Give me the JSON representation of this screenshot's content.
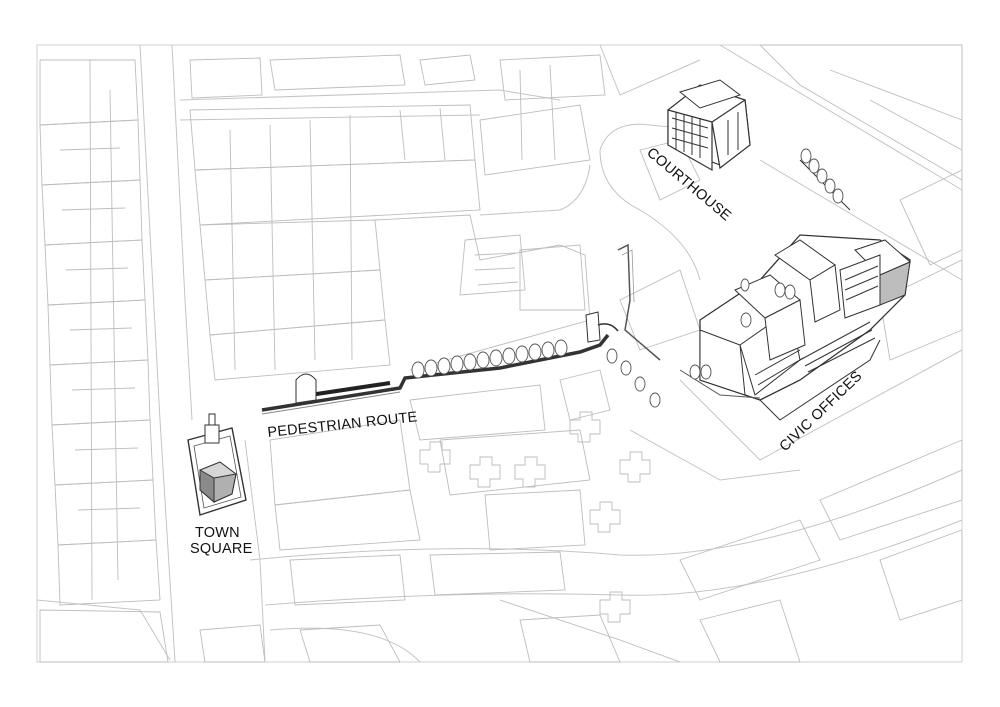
{
  "map": {
    "labels": {
      "town_square_line1": "TOWN",
      "town_square_line2": "SQUARE",
      "pedestrian_route": "PEDESTRIAN ROUTE",
      "courthouse": "COURTHOUSE",
      "civic_offices": "CIVIC OFFICES"
    },
    "colors": {
      "background": "#ffffff",
      "street_lines": "#bdbdbd",
      "building_outline": "#333333",
      "roof_dark": "#8a8a8a",
      "roof_light": "#d8d8d8",
      "route_hatch": "#555555"
    }
  }
}
